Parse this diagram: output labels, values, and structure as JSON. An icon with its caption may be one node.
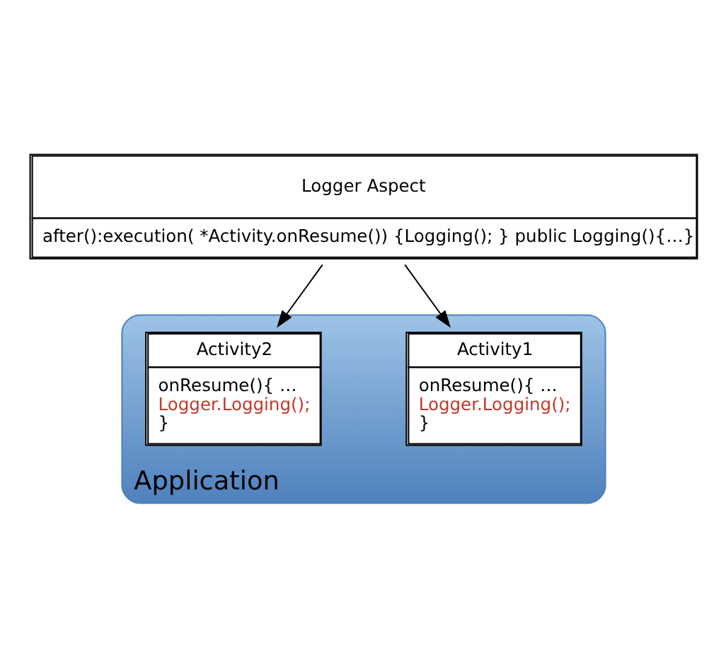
{
  "diagram": {
    "nodes": [
      {
        "text": [
          "Logger Aspect",
          "after():execution( *Activity.onResume()) {Logging(); } public Logging(){…}"
        ]
      },
      {
        "text": [
          "Application"
        ]
      },
      {
        "text": [
          "Activity1",
          "onResume(){ …",
          "Logger.Logging();",
          "}"
        ],
        "in": 1
      },
      {
        "text": [
          "Activity2",
          "onResume(){ …",
          "Logger.Logging();",
          "}"
        ],
        "in": 1
      }
    ],
    "edges": [
      {
        "from": 0,
        "to": 2,
        "arrow": "to"
      },
      {
        "from": 0,
        "to": 3,
        "arrow": "to"
      }
    ]
  }
}
